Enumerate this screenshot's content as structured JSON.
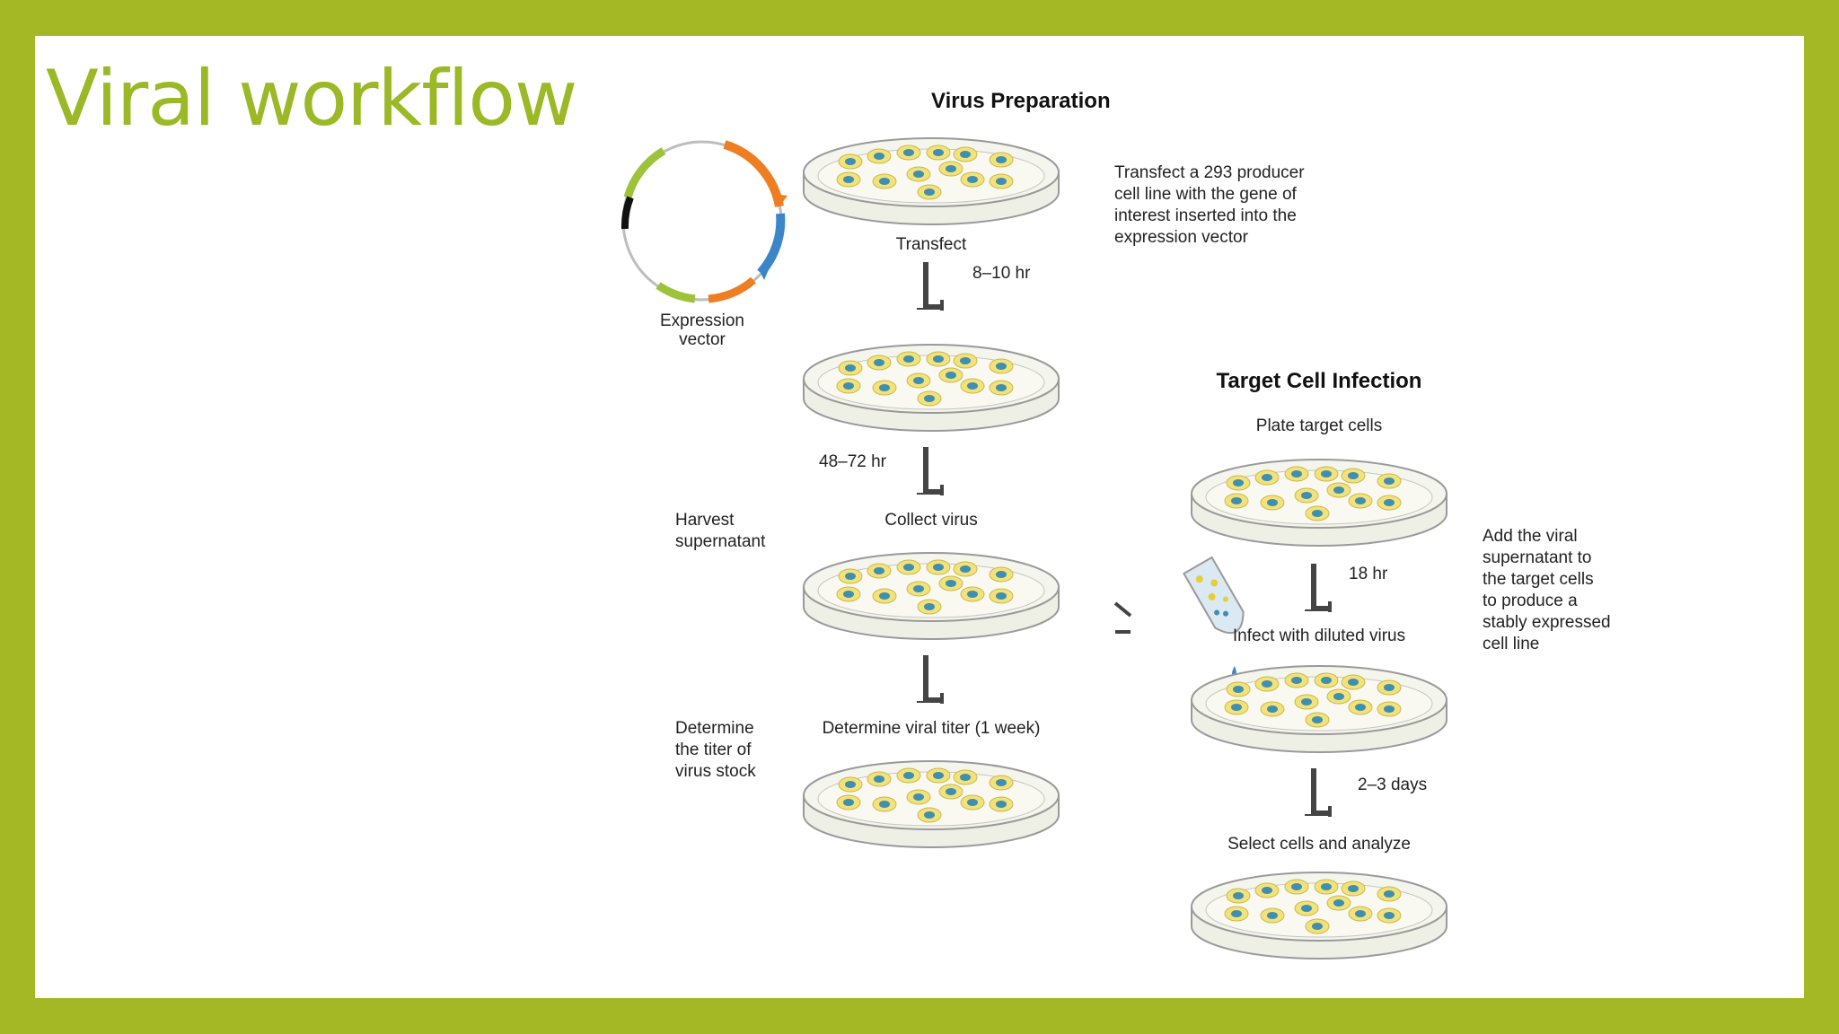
{
  "slide": {
    "title": "Viral workflow"
  },
  "diagram": {
    "virus_section_title": "Virus Preparation",
    "target_section_title": "Target Cell Infection",
    "expression_vector_label_line1": "Expression",
    "expression_vector_label_line2": "vector",
    "transfect_label": "Transfect",
    "transfect_time": "8–10 hr",
    "transfect_description": [
      "Transfect a 293 producer",
      "cell line with the gene of",
      "interest inserted into the",
      "expression vector"
    ],
    "incubation_time": "48–72 hr",
    "harvest_label": [
      "Harvest",
      "supernatant"
    ],
    "collect_label": "Collect virus",
    "determine_label": [
      "Determine",
      "the titer of",
      "virus stock"
    ],
    "determine_titer_label": "Determine viral titer (1 week)",
    "plate_label": "Plate target cells",
    "infect_time": "18 hr",
    "infect_label": "Infect with diluted virus",
    "add_description": [
      "Add the viral",
      "supernatant to",
      "the target cells",
      "to produce a",
      "stably expressed",
      "cell line"
    ],
    "select_time": "2–3 days",
    "select_label": "Select cells and analyze"
  },
  "colors": {
    "frame_green": "#a4b826",
    "title_green": "#9bb827",
    "plasmid_orange": "#ef7d22",
    "plasmid_blue": "#3a86c8",
    "plasmid_green": "#9cc33a",
    "cell_yellow": "#f3e27a",
    "cell_nucleus": "#3f8fb0"
  }
}
